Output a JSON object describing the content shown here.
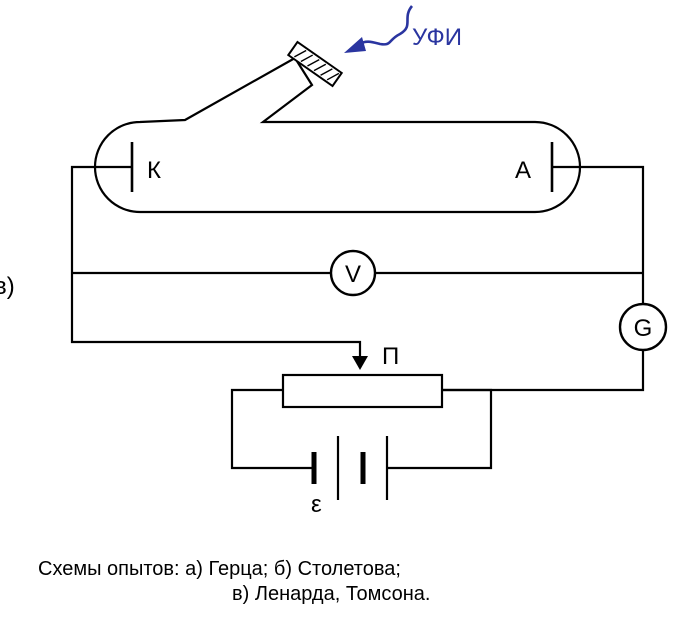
{
  "colors": {
    "line": "#000000",
    "uv": "#2a35a0",
    "background": "#ffffff"
  },
  "labels": {
    "uv": "УФИ",
    "cathode": "К",
    "anode": "А",
    "voltmeter": "V",
    "galvanometer": "G",
    "potentiometer": "П",
    "emf": "ε",
    "variant": "в)"
  },
  "caption": {
    "line1": "Схемы опытов: а) Герца; б) Столетова;",
    "line2": "в) Ленарда, Томсона."
  }
}
